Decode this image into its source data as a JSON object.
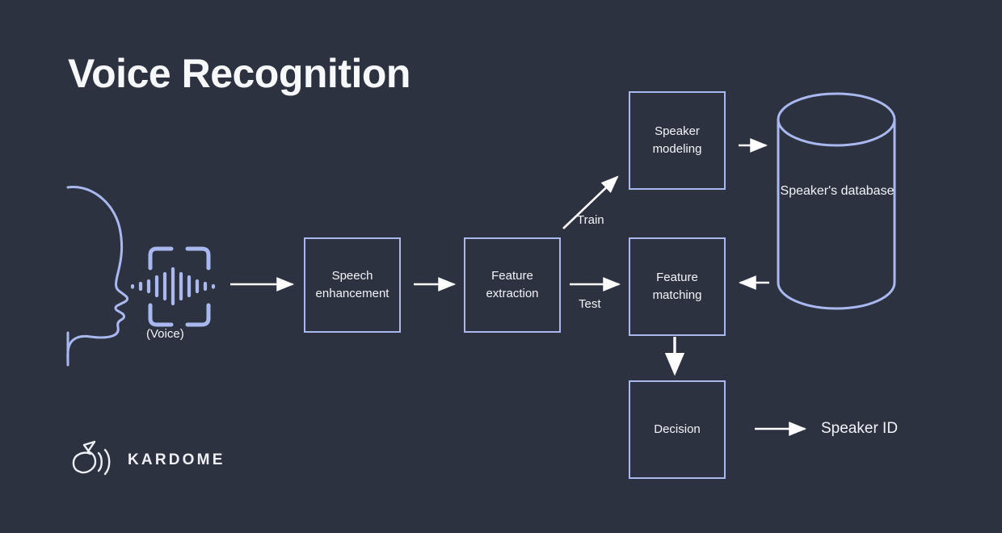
{
  "page": {
    "title": "Voice Recognition",
    "background_color": "#2d3240",
    "accent_color": "#a9b8ee",
    "text_color": "#f2f4f8"
  },
  "diagram": {
    "type": "flowchart",
    "input": {
      "face_icon": "face-profile-icon",
      "voice_icon": "voice-waveform-icon",
      "caption": "(Voice)"
    },
    "nodes": [
      {
        "id": "speech_enhancement",
        "label_line1": "Speech",
        "label_line2": "enhancement",
        "shape": "rect"
      },
      {
        "id": "feature_extraction",
        "label_line1": "Feature",
        "label_line2": "extraction",
        "shape": "rect"
      },
      {
        "id": "speaker_modeling",
        "label_line1": "Speaker",
        "label_line2": "modeling",
        "shape": "rect"
      },
      {
        "id": "feature_matching",
        "label_line1": "Feature",
        "label_line2": "matching",
        "shape": "rect"
      },
      {
        "id": "decision",
        "label_line1": "Decision",
        "label_line2": "",
        "shape": "rect"
      },
      {
        "id": "speakers_database",
        "label_line1": "Speaker's",
        "label_line2": "database",
        "shape": "cylinder"
      }
    ],
    "edge_labels": {
      "train": "Train",
      "test": "Test"
    },
    "output": {
      "label": "Speaker ID"
    }
  },
  "logo": {
    "mark": "kardome-speaking-head-icon",
    "wordmark": "KARDOME"
  }
}
